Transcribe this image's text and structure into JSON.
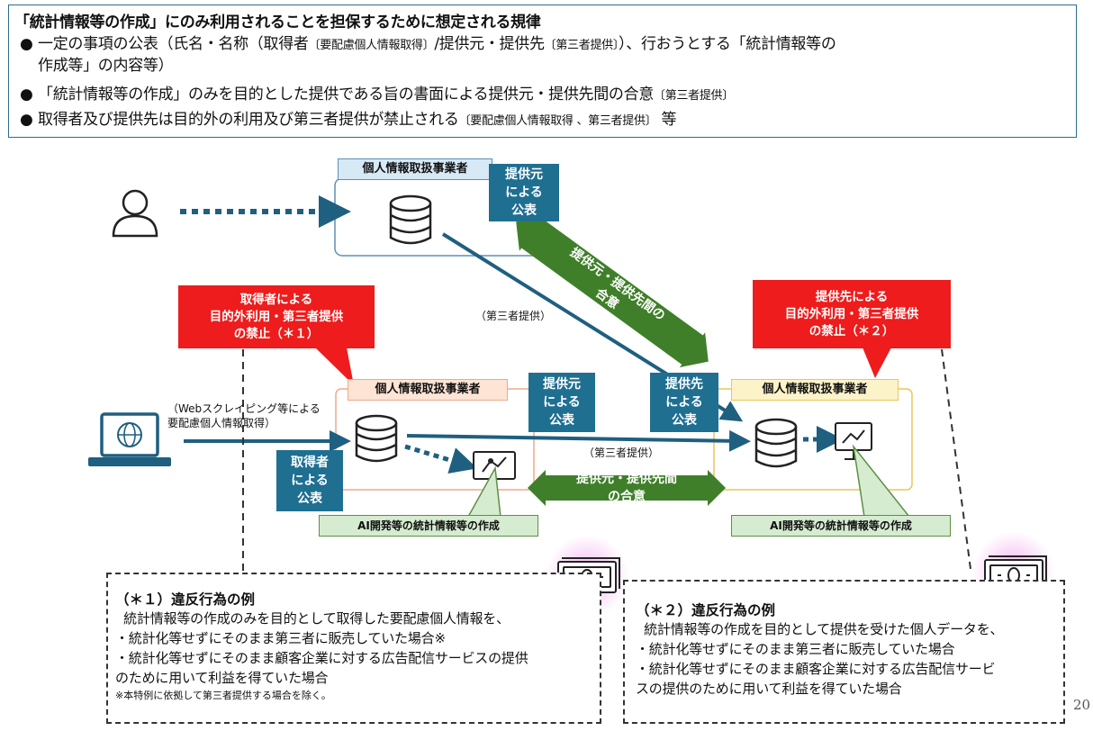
{
  "header": {
    "title": "「統計情報等の作成」にのみ利用されることを担保するために想定される規律",
    "bullets": [
      {
        "parts": [
          "一定の事項の公表（氏名・名称（取得者",
          "〔要配慮個人情報取得〕",
          "/提供元・提供先",
          "〔第三者提供〕",
          "）、行おうとする「統計情報等の"
        ]
      },
      {
        "parts": [
          "作成等」の内容等）"
        ]
      },
      {
        "parts": [
          "「統計情報等の作成」のみを目的とした提供である旨の書面による提供元・提供先間の合意",
          "〔第三者提供〕"
        ]
      },
      {
        "parts": [
          "取得者及び提供先は目的外の利用及び第三者提供が禁止される",
          "〔要配慮個人情報取得 、第三者提供〕",
          " 等"
        ]
      }
    ],
    "bullet_symbol": "●"
  },
  "diagram": {
    "top_entity_label": "個人情報取扱事業者",
    "left_entity_label": "個人情報取扱事業者",
    "right_entity_label": "個人情報取扱事業者",
    "teal_top": [
      "提供元",
      "による",
      "公表"
    ],
    "teal_mid_left": [
      "提供元",
      "による",
      "公表"
    ],
    "teal_mid_right": [
      "提供先",
      "による",
      "公表"
    ],
    "teal_bottom_left": [
      "取得者",
      "による",
      "公表"
    ],
    "green_diag_arrow": [
      "提供元・提供先間の",
      "合意"
    ],
    "green_horiz_arrow": [
      "提供元・提供先間",
      "の合意"
    ],
    "third_party_top": "（第三者提供）",
    "third_party_mid": "（第三者提供）",
    "scraping_note": [
      "（Webスクレイピング等による",
      "要配慮個人情報取得）"
    ],
    "red_left": [
      "取得者による",
      "目的外利用・第三者提供",
      "の禁止（＊１）"
    ],
    "red_right": [
      "提供先による",
      "目的外利用・第三者提供",
      "の禁止（＊２）"
    ],
    "ai_label_left": "AI開発等の統計情報等の作成",
    "ai_label_right": "AI開発等の統計情報等の作成"
  },
  "violation1": {
    "title": "（＊１）違反行為の例",
    "lines": [
      "  統計情報等の作成のみを目的として取得した要配慮個人情報を、",
      "・統計化等せずにそのまま第三者に販売していた場合※",
      "・統計化等せずにそのまま顧客企業に対する広告配信サービスの提供",
      "のために用いて利益を得ていた場合"
    ],
    "note": "※本特例に依拠して第三者提供する場合を除く。"
  },
  "violation2": {
    "title": "（＊２）違反行為の例",
    "lines": [
      "  統計情報等の作成を目的として提供を受けた個人データを、",
      "・統計化等せずにそのまま第三者に販売していた場合",
      "・統計化等せずにそのまま顧客企業に対する広告配信サービ",
      "スの提供のために用いて利益を得ていた場合"
    ]
  },
  "page_number": "20",
  "colors": {
    "teal": "#1f6f91",
    "green": "#3f7f2a",
    "red": "#ee1c1c",
    "label_bg_blue": "#d6e9f5",
    "label_bg_yellow": "#fdf3c8",
    "label_bg_orange": "#fde4d4"
  }
}
